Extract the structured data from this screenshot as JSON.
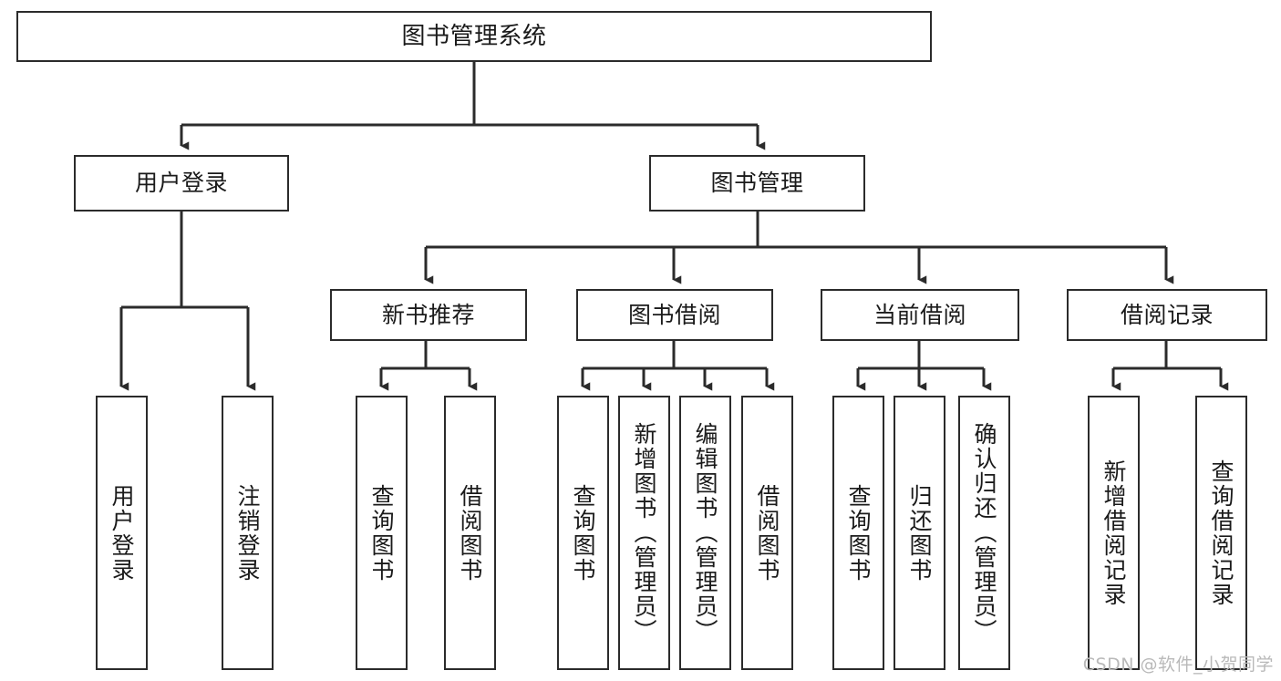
{
  "diagram": {
    "title": "图书管理系统",
    "type": "tree-hierarchy",
    "watermark": "CSDN @软件_小贺同学",
    "colors": {
      "border": "#2b2b2b",
      "background": "#ffffff",
      "text": "#1a1a1a",
      "watermark": "#b9b9b9"
    }
  },
  "nodes": {
    "root": {
      "label": "图书管理系统"
    },
    "level1": [
      {
        "id": "user-login",
        "label": "用户登录"
      },
      {
        "id": "book-manage",
        "label": "图书管理"
      }
    ],
    "level2": [
      {
        "id": "new-book-recommend",
        "label": "新书推荐"
      },
      {
        "id": "book-borrow",
        "label": "图书借阅"
      },
      {
        "id": "current-borrow",
        "label": "当前借阅"
      },
      {
        "id": "borrow-record",
        "label": "借阅记录"
      }
    ],
    "leaves": {
      "user-login": [
        {
          "id": "leaf-user-login",
          "label": "用户登录"
        },
        {
          "id": "leaf-logout",
          "label": "注销登录"
        }
      ],
      "new-book-recommend": [
        {
          "id": "leaf-query-book-1",
          "label": "查询图书"
        },
        {
          "id": "leaf-borrow-book-1",
          "label": "借阅图书"
        }
      ],
      "book-borrow": [
        {
          "id": "leaf-query-book-2",
          "label": "查询图书"
        },
        {
          "id": "leaf-add-book",
          "label": "新增图书（管理员）"
        },
        {
          "id": "leaf-edit-book",
          "label": "编辑图书（管理员）"
        },
        {
          "id": "leaf-borrow-book-2",
          "label": "借阅图书"
        }
      ],
      "current-borrow": [
        {
          "id": "leaf-query-book-3",
          "label": "查询图书"
        },
        {
          "id": "leaf-return-book",
          "label": "归还图书"
        },
        {
          "id": "leaf-confirm-return",
          "label": "确认归还（管理员）"
        }
      ],
      "borrow-record": [
        {
          "id": "leaf-add-record",
          "label": "新增借阅记录"
        },
        {
          "id": "leaf-query-record",
          "label": "查询借阅记录"
        }
      ]
    }
  }
}
